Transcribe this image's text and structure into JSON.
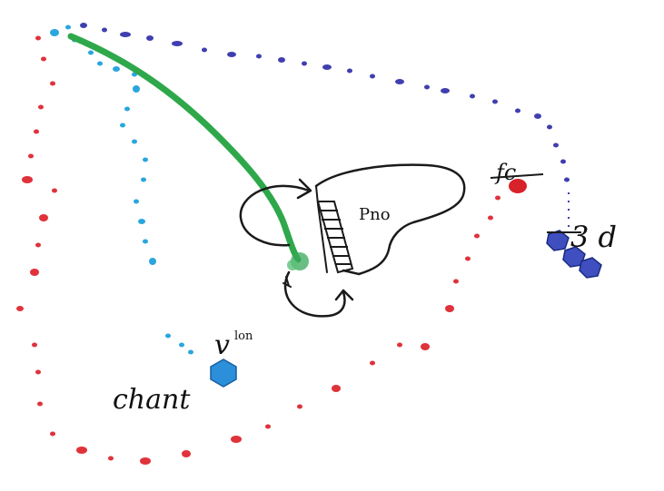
{
  "labels": {
    "center": "Pno",
    "top_right": "fc",
    "right": "3 d",
    "bottom_sup": "v",
    "bottom_sup_small": "lon",
    "bottom_left": "chant"
  },
  "colors": {
    "red_dots": "#e0323a",
    "dark_blue_dots": "#3f3fb0",
    "light_blue_dots": "#2aa6dd",
    "green_path": "#2ea84a",
    "ink": "#1a1a1a",
    "red_marker": "#d8222a",
    "blue_marker": "#2b8fd9",
    "green_marker": "#3aa85a"
  }
}
